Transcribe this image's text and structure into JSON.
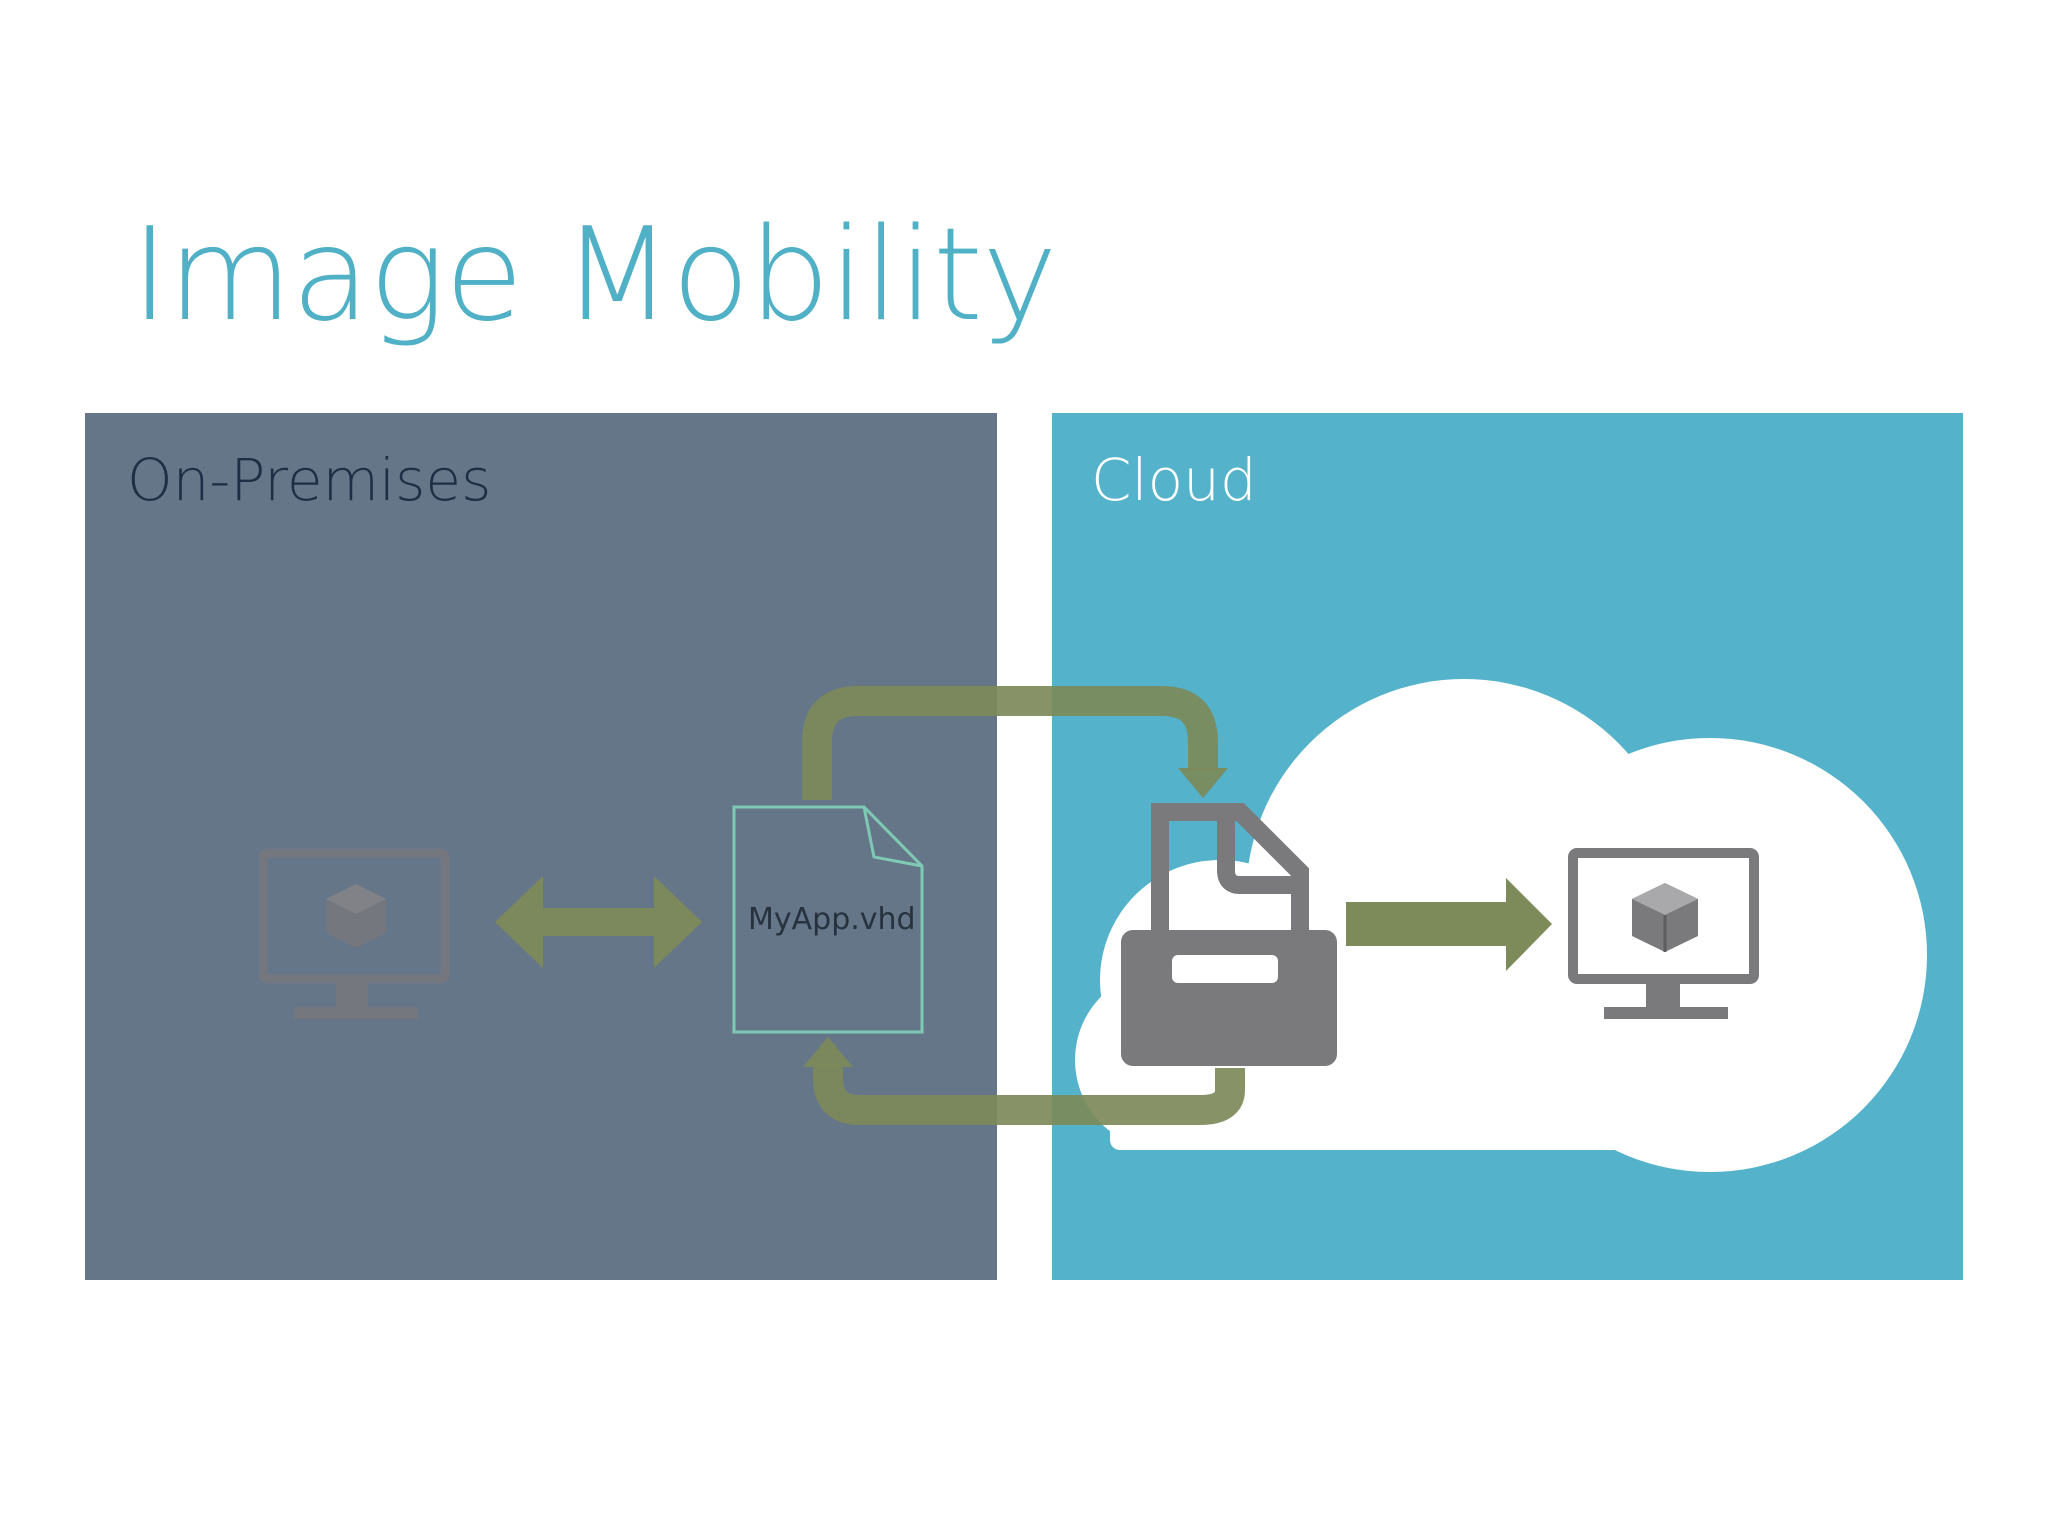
{
  "title": "Image Mobility",
  "panels": {
    "on_premises": {
      "label": "On-Premises",
      "color": "#667689"
    },
    "cloud": {
      "label": "Cloud",
      "color": "#54b2cb"
    }
  },
  "file": {
    "name": "MyApp.vhd"
  },
  "colors": {
    "title": "#4fb0c6",
    "arrow": "#7d8a5a",
    "icon_gray": "#7a797c",
    "cloud_shape": "#ffffff",
    "file_outline": "#7ec9b4"
  },
  "icons": [
    "monitor-vm-icon",
    "bidirectional-arrow-icon",
    "vhd-file-icon",
    "upload-arrow-icon",
    "download-arrow-icon",
    "storage-lock-icon",
    "deploy-arrow-icon",
    "cloud-monitor-vm-icon",
    "cloud-shape"
  ]
}
